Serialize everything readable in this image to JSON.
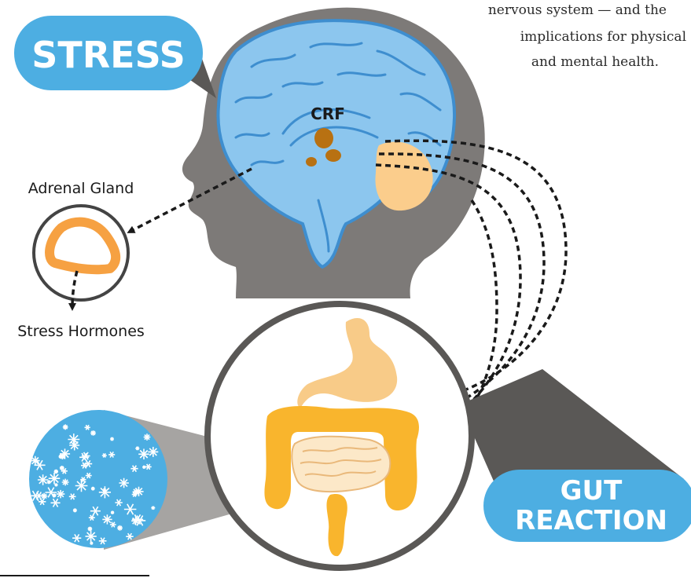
{
  "intro_text": {
    "line1": "nervous system — and the",
    "line2": "implications for physical",
    "line3": "and mental health."
  },
  "callouts": {
    "stress": "STRESS",
    "gut_line1": "GUT",
    "gut_line2": "REACTION"
  },
  "labels": {
    "crf": "CRF",
    "adrenal_gland": "Adrenal Gland",
    "stress_hormones": "Stress Hormones"
  },
  "colors": {
    "head_gray": "#7d7a78",
    "brain_blue": "#8cc6ee",
    "callout_blue": "#4daee2",
    "intestine_yellow": "#f9b52d",
    "stomach_peach": "#f8cb88",
    "adrenal_orange": "#f6a142",
    "crf_brown": "#b87112",
    "cerebellum_peach": "#fbcd8c"
  }
}
